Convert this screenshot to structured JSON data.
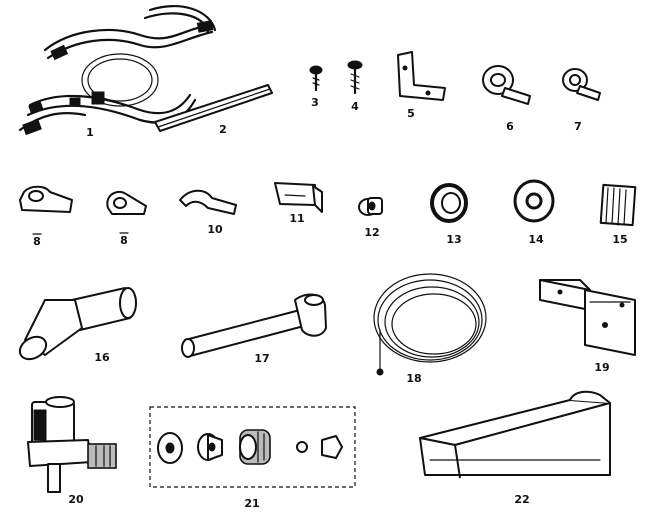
{
  "parts": [
    {
      "ref": "1"
    },
    {
      "ref": "2"
    },
    {
      "ref": "3"
    },
    {
      "ref": "4"
    },
    {
      "ref": "5"
    },
    {
      "ref": "6"
    },
    {
      "ref": "7"
    },
    {
      "ref": "8"
    },
    {
      "ref": "8"
    },
    {
      "ref": "10"
    },
    {
      "ref": "11"
    },
    {
      "ref": "12"
    },
    {
      "ref": "13"
    },
    {
      "ref": "14"
    },
    {
      "ref": "15"
    },
    {
      "ref": "16"
    },
    {
      "ref": "17"
    },
    {
      "ref": "18"
    },
    {
      "ref": "19"
    },
    {
      "ref": "20"
    },
    {
      "ref": "21"
    },
    {
      "ref": "22"
    }
  ]
}
